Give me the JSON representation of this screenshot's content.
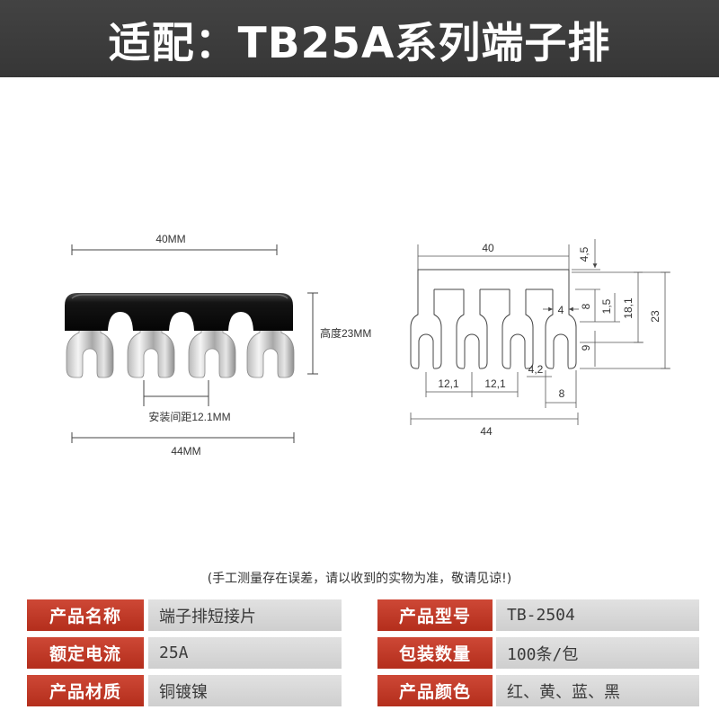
{
  "header": {
    "title": "适配：TB25A系列端子排"
  },
  "photo": {
    "width_label": "40MM",
    "height_label": "高度23MM",
    "spacing_label": "安装间距12.1MM",
    "total_label": "44MM"
  },
  "drawing": {
    "top_width": "40",
    "top_right": "4,5",
    "right_upper": "8",
    "right_thin": "1,5",
    "right_mid": "18,1",
    "right_outer": "23",
    "right_lower": "9",
    "inner": "4",
    "bottom_pitch_1": "12,1",
    "bottom_pitch_2": "12,1",
    "bottom_hole": "4,2",
    "bottom_fork": "8",
    "bottom_total": "44"
  },
  "note": "(手工测量存在误差，请以收到的实物为准，敬请见谅!)",
  "specs": {
    "rows": [
      [
        {
          "label": "产品名称",
          "value": "端子排短接片"
        },
        {
          "label": "产品型号",
          "value": "TB-2504"
        }
      ],
      [
        {
          "label": "额定电流",
          "value": "25A"
        },
        {
          "label": "包装数量",
          "value": "100条/包"
        }
      ],
      [
        {
          "label": "产品材质",
          "value": "铜镀镍"
        },
        {
          "label": "产品颜色",
          "value": "红、黄、蓝、黑"
        }
      ]
    ]
  },
  "colors": {
    "header_bg": "#3b3b3b",
    "label_bg": "#c8331f",
    "value_bg": "#d7d7d7"
  }
}
